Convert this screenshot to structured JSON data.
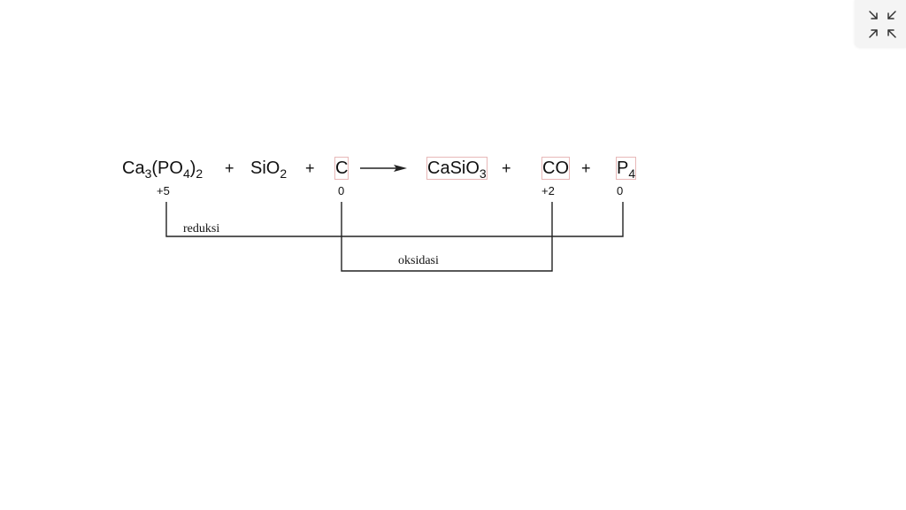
{
  "equation": {
    "reactants": [
      {
        "base": "Ca",
        "sub1": "3",
        "mid1": "(PO",
        "sub2": "4",
        "mid2": ")",
        "sub3": "2"
      },
      {
        "base": "SiO",
        "sub1": "2"
      },
      {
        "base": "C"
      }
    ],
    "products": [
      {
        "base": "CaSiO",
        "sub1": "3"
      },
      {
        "base": "CO"
      },
      {
        "base": "P",
        "sub1": "4"
      }
    ],
    "plus_sign": "+"
  },
  "oxidation_states": {
    "phosphorus_reactant": "+5",
    "carbon_reactant": "0",
    "carbon_product": "+2",
    "phosphorus_product": "0"
  },
  "labels": {
    "reduction": "reduksi",
    "oxidation": "oksidasi"
  },
  "colors": {
    "text": "#111111",
    "line": "#222222",
    "highlight_box": "#e8b8b8",
    "icon": "#333333"
  },
  "toolbar": {
    "fullscreen_icon": "exit-fullscreen-icon"
  }
}
